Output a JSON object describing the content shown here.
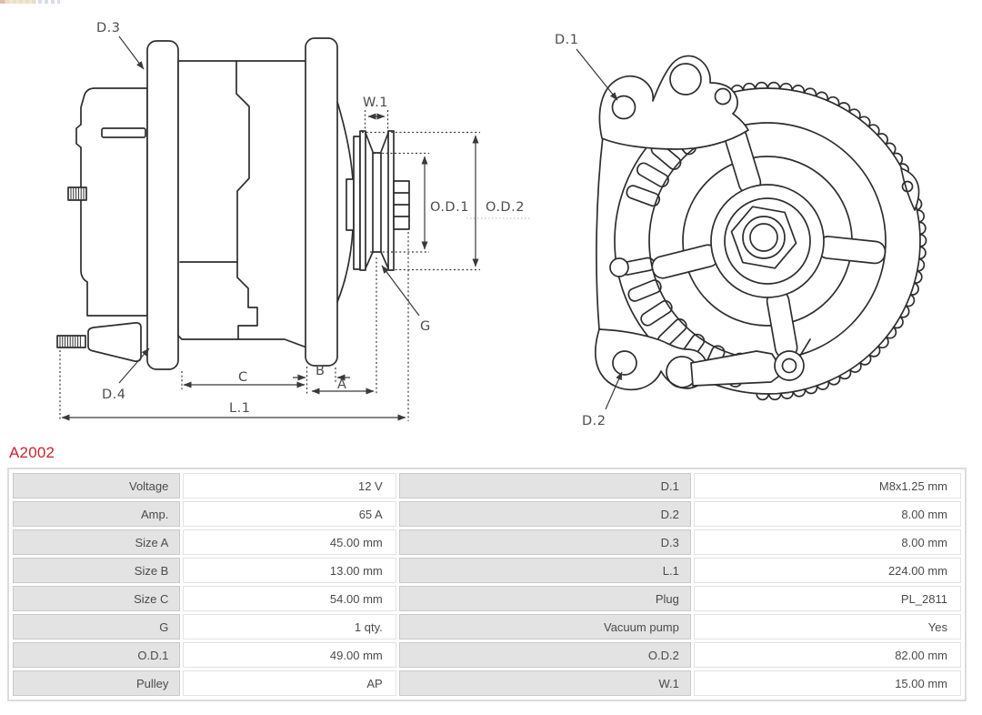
{
  "product": {
    "code": "A2002"
  },
  "colors": {
    "accent_red": "#c8252c",
    "drawing_line": "#2e2e2e",
    "table_label_bg": "#e3e3e3",
    "table_label_border": "#c9c9c9",
    "table_value_border": "#e2e2e2"
  },
  "diagram": {
    "labels": {
      "d1": "D.1",
      "d2": "D.2",
      "d3": "D.3",
      "d4": "D.4",
      "w1": "W.1",
      "od1": "O.D.1",
      "od2": "O.D.2",
      "g": "G",
      "a": "A",
      "b": "B",
      "c": "C",
      "l1": "L.1"
    }
  },
  "specs": {
    "rows": [
      {
        "label": "Voltage",
        "value": "12 V",
        "label2": "D.1",
        "value2": "M8x1.25 mm"
      },
      {
        "label": "Amp.",
        "value": "65 A",
        "label2": "D.2",
        "value2": "8.00 mm"
      },
      {
        "label": "Size A",
        "value": "45.00 mm",
        "label2": "D.3",
        "value2": "8.00 mm"
      },
      {
        "label": "Size B",
        "value": "13.00 mm",
        "label2": "L.1",
        "value2": "224.00 mm"
      },
      {
        "label": "Size C",
        "value": "54.00 mm",
        "label2": "Plug",
        "value2": "PL_2811"
      },
      {
        "label": "G",
        "value": "1 qty.",
        "label2": "Vacuum pump",
        "value2": "Yes"
      },
      {
        "label": "O.D.1",
        "value": "49.00 mm",
        "label2": "O.D.2",
        "value2": "82.00 mm"
      },
      {
        "label": "Pulley",
        "value": "AP",
        "label2": "W.1",
        "value2": "15.00 mm"
      }
    ]
  }
}
